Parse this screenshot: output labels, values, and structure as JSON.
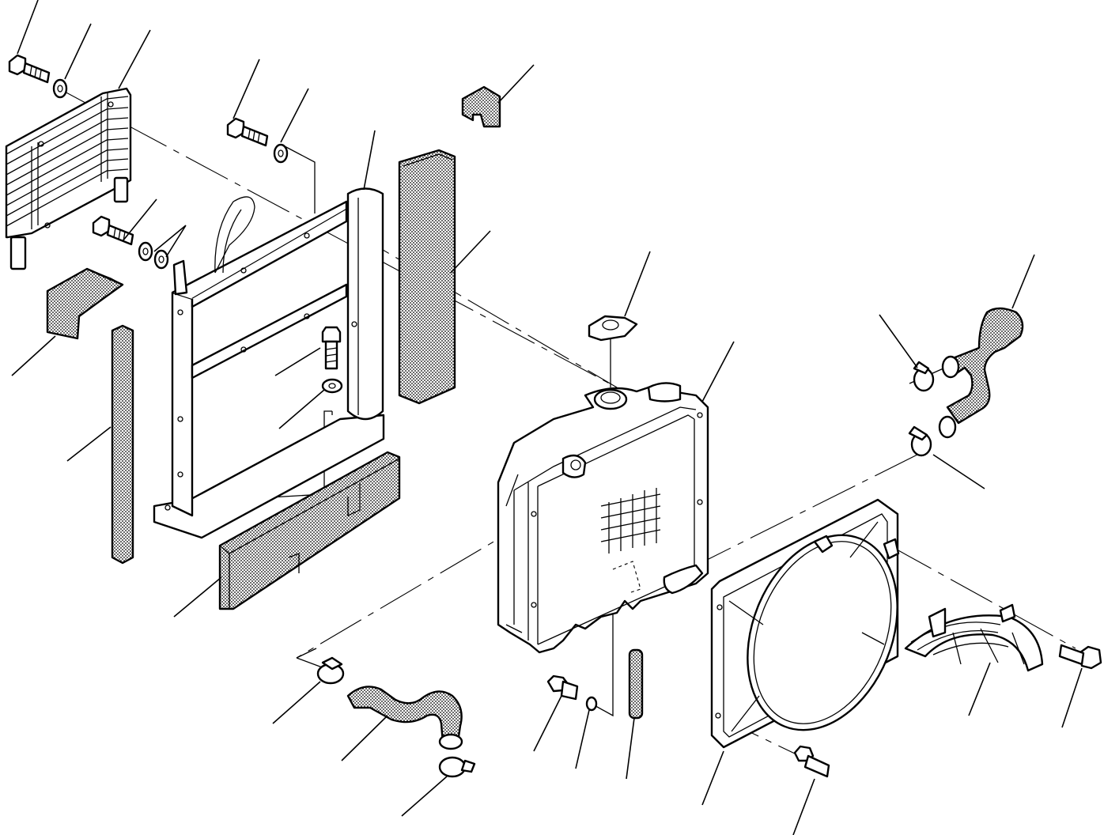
{
  "diagram": {
    "kind": "exploded parts illustration",
    "colors": {
      "line": "#000000",
      "background": "#ffffff",
      "hatch": "#000000"
    },
    "parts": [
      {
        "id": "bolt-oil-cooler",
        "icon": "bolt-icon"
      },
      {
        "id": "washer-oil-cooler",
        "icon": "washer-icon"
      },
      {
        "id": "oil-cooler",
        "icon": "cooler-icon"
      },
      {
        "id": "bolt-frame-top",
        "icon": "bolt-icon"
      },
      {
        "id": "washer-frame-top",
        "icon": "washer-icon"
      },
      {
        "id": "frame-post",
        "icon": "bracket-icon"
      },
      {
        "id": "seal-block",
        "icon": "seal-icon"
      },
      {
        "id": "bolt-side",
        "icon": "bolt-icon"
      },
      {
        "id": "washers-side",
        "icon": "washer-icon"
      },
      {
        "id": "seal-right-upper",
        "icon": "seal-icon"
      },
      {
        "id": "seal-left-block",
        "icon": "seal-icon"
      },
      {
        "id": "bolt-frame-inner",
        "icon": "bolt-icon"
      },
      {
        "id": "washer-frame-inner",
        "icon": "washer-icon"
      },
      {
        "id": "seal-strip-left",
        "icon": "seal-icon"
      },
      {
        "id": "seal-bottom",
        "icon": "seal-icon"
      },
      {
        "id": "radiator-cap",
        "icon": "cap-icon"
      },
      {
        "id": "radiator",
        "icon": "radiator-icon"
      },
      {
        "id": "upper-hose-clamp",
        "icon": "clamp-icon"
      },
      {
        "id": "upper-hose",
        "icon": "hose-icon"
      },
      {
        "id": "upper-hose-clamp-lower",
        "icon": "clamp-icon"
      },
      {
        "id": "lower-hose-clamp-top",
        "icon": "clamp-icon"
      },
      {
        "id": "lower-hose",
        "icon": "hose-icon"
      },
      {
        "id": "lower-hose-clamp-bottom",
        "icon": "clamp-icon"
      },
      {
        "id": "drain-plug",
        "icon": "plug-icon"
      },
      {
        "id": "drain-gasket",
        "icon": "gasket-icon"
      },
      {
        "id": "drain-tube",
        "icon": "tube-icon"
      },
      {
        "id": "fan-shroud",
        "icon": "shroud-icon"
      },
      {
        "id": "shroud-bolt-bottom",
        "icon": "bolt-icon"
      },
      {
        "id": "fan-guard",
        "icon": "guard-icon"
      },
      {
        "id": "shroud-bolt-right",
        "icon": "bolt-icon"
      }
    ]
  }
}
